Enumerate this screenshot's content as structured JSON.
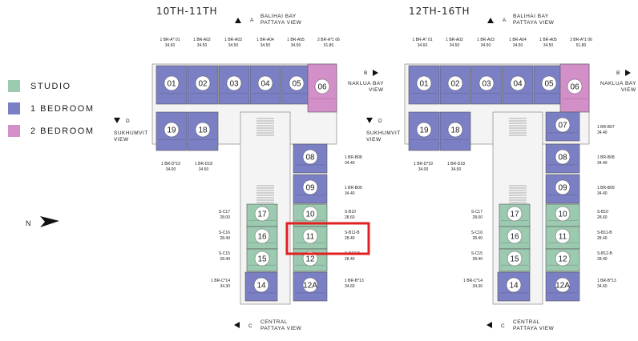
{
  "colors": {
    "studio": "#9ccab1",
    "one_bedroom": "#7b7fc4",
    "two_bedroom": "#d38fc7",
    "highlight": "#e02020"
  },
  "legend": [
    {
      "label": "STUDIO",
      "color": "#9ccab1"
    },
    {
      "label": "1 BEDROOM",
      "color": "#7b7fc4"
    },
    {
      "label": "2 BEDROOM",
      "color": "#d38fc7"
    }
  ],
  "compass": {
    "label": "N"
  },
  "plans": [
    {
      "title": "10TH-11TH",
      "views": {
        "top_letter": "A",
        "top_name": "BALIHAI BAY",
        "top_sub": "PATTAYA VIEW",
        "right_letter": "B",
        "right_name": "NAKLUA BAY",
        "right_sub": "VIEW",
        "left_letter": "D",
        "left_name": "SUKHUMVIT",
        "left_sub": "VIEW",
        "bottom_letter": "C",
        "bottom_name": "CENTRAL",
        "bottom_sub": "PATTAYA VIEW"
      },
      "top_labels": [
        {
          "code": "1 BR-A* 01",
          "size": "34.60"
        },
        {
          "code": "1 BR-A02",
          "size": "34.50"
        },
        {
          "code": "1 BR-A03",
          "size": "34.50"
        },
        {
          "code": "1 BR-A04",
          "size": "34.50"
        },
        {
          "code": "1 BR-A05",
          "size": "34.50"
        },
        {
          "code": "2 BR-A*1 06",
          "size": "51.80"
        }
      ],
      "left_labels": [
        {
          "code": "1 BR-D*19",
          "size": "34.00"
        },
        {
          "code": "1 BR-D18",
          "size": "34.50"
        }
      ],
      "column_left_labels": [
        {
          "code": "S-C17",
          "size": "28.00"
        },
        {
          "code": "S-C16",
          "size": "28.40"
        },
        {
          "code": "S-C15",
          "size": "28.40"
        },
        {
          "code": "1 BR-C*14",
          "size": "34.30"
        }
      ],
      "column_right_labels": [
        {
          "code": "1 BR-B08",
          "size": "34.40"
        },
        {
          "code": "1 BR-B09",
          "size": "34.40"
        },
        {
          "code": "S-B10",
          "size": "28.60"
        },
        {
          "code": "S-B11-B",
          "size": "28.40"
        },
        {
          "code": "S-B12-B",
          "size": "28.40"
        },
        {
          "code": "1 BR-B*13",
          "size": "34.60"
        }
      ],
      "units_top": [
        "01",
        "02",
        "03",
        "04",
        "05",
        "06"
      ],
      "units_left": [
        "19",
        "18"
      ],
      "units_col_left": [
        "17",
        "16",
        "15",
        "14"
      ],
      "units_col_right": [
        "08",
        "09",
        "10",
        "11",
        "12",
        "12A"
      ]
    },
    {
      "title": "12TH-16TH",
      "views": {
        "top_letter": "A",
        "top_name": "BALIHAI BAY",
        "top_sub": "PATTAYA VIEW",
        "right_letter": "B",
        "right_name": "NAKLUA BAY",
        "right_sub": "VIEW",
        "left_letter": "D",
        "left_name": "SUKHUMVIT",
        "left_sub": "VIEW",
        "bottom_letter": "C",
        "bottom_name": "CENTRAL",
        "bottom_sub": "PATTAYA VIEW"
      },
      "top_labels": [
        {
          "code": "1 BR-A* 01",
          "size": "34.60"
        },
        {
          "code": "1 BR-A02",
          "size": "34.50"
        },
        {
          "code": "1 BR-A03",
          "size": "34.50"
        },
        {
          "code": "1 BR-A04",
          "size": "34.50"
        },
        {
          "code": "1 BR-A05",
          "size": "34.50"
        },
        {
          "code": "2 BR-A*1 06",
          "size": "51.80"
        }
      ],
      "left_labels": [
        {
          "code": "1 BR-D*19",
          "size": "34.00"
        },
        {
          "code": "1 BR-D18",
          "size": "34.50"
        }
      ],
      "column_left_labels": [
        {
          "code": "S-C17",
          "size": "28.00"
        },
        {
          "code": "S-C16",
          "size": "28.40"
        },
        {
          "code": "S-C15",
          "size": "28.40"
        },
        {
          "code": "1 BR-C*14",
          "size": "34.30"
        }
      ],
      "column_right_labels": [
        {
          "code": "1 BR-B07",
          "size": "34.40"
        },
        {
          "code": "1 BR-B08",
          "size": "34.40"
        },
        {
          "code": "1 BR-B09",
          "size": "34.40"
        },
        {
          "code": "S-B10",
          "size": "28.60"
        },
        {
          "code": "S-B11-B",
          "size": "28.40"
        },
        {
          "code": "S-B12-B",
          "size": "28.40"
        },
        {
          "code": "1 BR-B*13",
          "size": "34.60"
        }
      ],
      "units_top": [
        "01",
        "02",
        "03",
        "04",
        "05",
        "06"
      ],
      "units_left": [
        "19",
        "18"
      ],
      "units_col_left": [
        "17",
        "16",
        "15",
        "14"
      ],
      "units_col_right": [
        "07",
        "08",
        "09",
        "10",
        "11",
        "12",
        "12A"
      ]
    }
  ]
}
